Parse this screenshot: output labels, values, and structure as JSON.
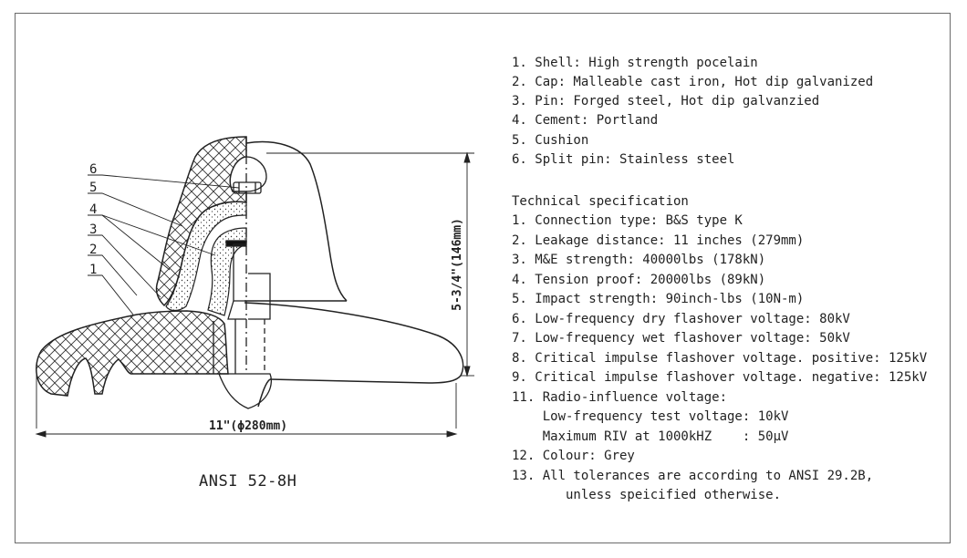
{
  "drawing": {
    "caption": "ANSI 52-8H",
    "width_dim": "11\"(ϕ280mm)",
    "height_dim": "5-3/4\"(146mm)",
    "callouts": [
      "1",
      "2",
      "3",
      "4",
      "5",
      "6"
    ]
  },
  "materials": [
    "1. Shell: High strength pocelain",
    "2. Cap: Malleable cast iron, Hot dip galvanized",
    "3. Pin: Forged steel, Hot dip galvanzied",
    "4. Cement: Portland",
    "5. Cushion",
    "6. Split pin: Stainless steel"
  ],
  "technical": {
    "heading": "Technical specification",
    "items": [
      "1. Connection type: B&S type K",
      "2. Leakage distance: 11 inches (279mm)",
      "3. M&E strength: 40000lbs (178kN)",
      "4. Tension proof: 20000lbs (89kN)",
      "5. Impact strength: 90inch-lbs (10N-m)",
      "6. Low-frequency dry flashover voltage: 80kV",
      "7. Low-frequency wet flashover voltage: 50kV",
      "8. Critical impulse flashover voltage. positive: 125kV",
      "9. Critical impulse flashover voltage. negative: 125kV",
      "11. Radio-influence voltage:",
      "    Low-frequency test voltage: 10kV",
      "    Maximum RIV at 1000kHZ    : 50μV",
      "12. Colour: Grey",
      "13. All tolerances are according to ANSI 29.2B,",
      "       unless speicified otherwise."
    ]
  }
}
